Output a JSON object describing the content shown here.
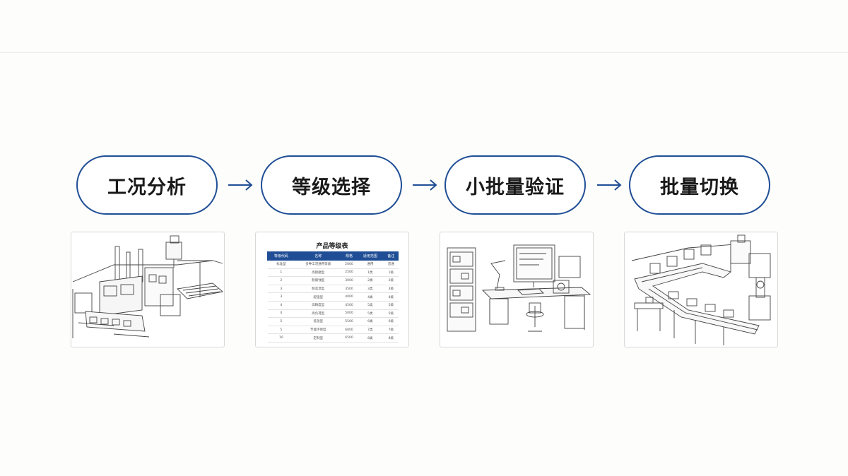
{
  "steps": [
    {
      "label": "工况分析",
      "visual": "factory-equipment-illustration"
    },
    {
      "label": "等级选择",
      "visual": "product-grade-table"
    },
    {
      "label": "小批量验证",
      "visual": "lab-workstation-illustration"
    },
    {
      "label": "批量切换",
      "visual": "conveyor-production-line-illustration"
    }
  ],
  "connector_icon": "arrow-right-icon",
  "grade_table": {
    "title": "产品等级表",
    "headers": [
      "等级代码",
      "名称",
      "规格",
      "适用范围",
      "备注"
    ],
    "rows": [
      [
        "标准型",
        "多种工况通用等级",
        "2000",
        "通用",
        "普通"
      ],
      [
        "1",
        "高耐磨型",
        "2500",
        "1类",
        "1级"
      ],
      [
        "2",
        "耐腐蚀型",
        "3000",
        "2类",
        "2级"
      ],
      [
        "3",
        "耐高温型",
        "3500",
        "3类",
        "3级"
      ],
      [
        "3",
        "超强型",
        "4000",
        "4类",
        "4级"
      ],
      [
        "4",
        "高精度型",
        "4500",
        "5类",
        "5级"
      ],
      [
        "4",
        "高负荷型",
        "5000",
        "5类",
        "5级"
      ],
      [
        "5",
        "低温型",
        "5500",
        "6类",
        "6级"
      ],
      [
        "5",
        "节能环保型",
        "6000",
        "7类",
        "7级"
      ],
      [
        "10",
        "定制型",
        "6500",
        "8类",
        "8级"
      ]
    ]
  },
  "colors": {
    "accent": "#1f4e96",
    "text": "#1a1a1a",
    "line": "#444444"
  }
}
